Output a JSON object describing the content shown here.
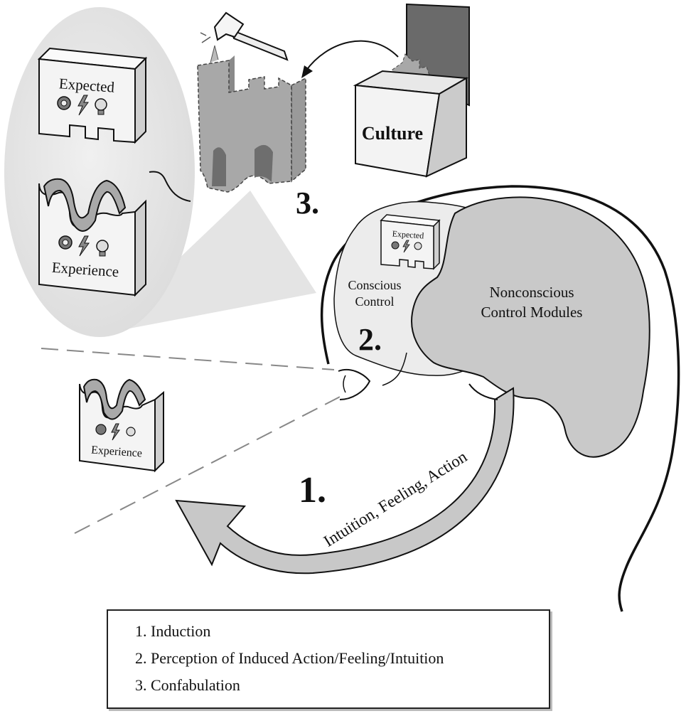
{
  "labels": {
    "expected_top": "Expected",
    "experience_top": "Experience",
    "culture": "Culture",
    "step3": "3.",
    "expected_small": "Expected",
    "conscious_line1": "Conscious",
    "conscious_line2": "Control",
    "nonconscious_line1": "Nonconscious",
    "nonconscious_line2": "Control Modules",
    "step2": "2.",
    "experience_bottom": "Experience",
    "step1": "1.",
    "arrow_text": "Intuition, Feeling, Action"
  },
  "legend": {
    "item1": "1. Induction",
    "item2": "2. Perception of Induced Action/Feeling/Intuition",
    "item3": "3. Confabulation"
  },
  "colors": {
    "light_gray": "#e6e6e6",
    "mid_gray": "#bdbdbd",
    "dark_gray": "#707070",
    "outline": "#111111"
  }
}
